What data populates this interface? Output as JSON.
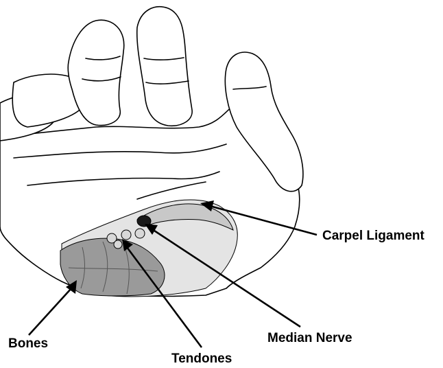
{
  "labels": {
    "carpel_ligament": "Carpel Ligament",
    "median_nerve": "Median Nerve",
    "tendones": "Tendones",
    "bones": "Bones"
  },
  "colors": {
    "outline": "#000000",
    "bone_fill": "#9a9a9a",
    "ligament_fill": "#c8c8c8",
    "tissue_fill": "#e4e4e4",
    "nerve_fill": "#1a1a1a",
    "background": "#ffffff"
  }
}
